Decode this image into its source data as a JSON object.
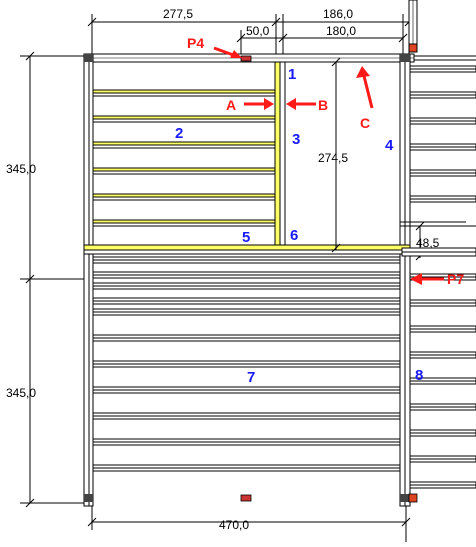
{
  "dimensions": {
    "top_left": "277,5",
    "top_mid": "50,0",
    "top_right_outer": "186,0",
    "top_right_inner": "180,0",
    "left_upper": "345,0",
    "left_lower": "345,0",
    "inner_vertical": "274,5",
    "right_small": "48,5",
    "bottom": "470,0"
  },
  "markers": {
    "p4": "P4",
    "a": "A",
    "b": "B",
    "c": "C",
    "p7": "P7"
  },
  "zones": {
    "z1": "1",
    "z2": "2",
    "z3": "3",
    "z4": "4",
    "z5": "5",
    "z6": "6",
    "z7": "7",
    "z8": "8"
  },
  "colors": {
    "joist_yellow": "#ffff66",
    "joist_white": "#ffffff",
    "outline": "#000000",
    "marker_red": "#ff1a1a",
    "zone_blue": "#1a1aff",
    "post_dark": "#333333",
    "post_red": "#cc3333"
  }
}
